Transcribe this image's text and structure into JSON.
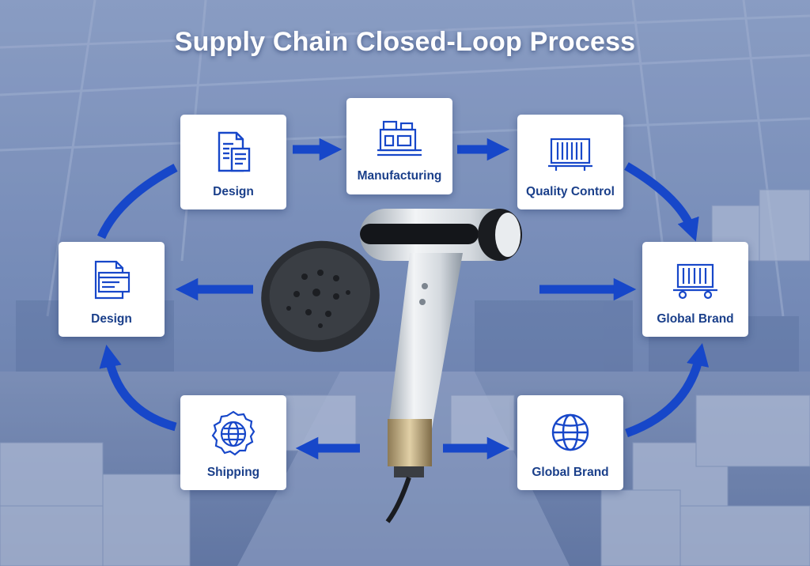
{
  "title": "Supply Chain Closed-Loop Process",
  "colors": {
    "accent": "#1747c9",
    "label": "#1a3f8a",
    "card": "#ffffff"
  },
  "steps": [
    {
      "label": "Design",
      "icon": "document-icon"
    },
    {
      "label": "Manufacturing",
      "icon": "factory-icon"
    },
    {
      "label": "Quality Control",
      "icon": "shipping-container-icon"
    },
    {
      "label": "Design",
      "icon": "document-window-icon"
    },
    {
      "label": "Global Brand",
      "icon": "container-cart-icon"
    },
    {
      "label": "Shipping",
      "icon": "globe-badge-icon"
    },
    {
      "label": "Global Brand",
      "icon": "globe-icon"
    }
  ],
  "product": {
    "name": "hair-dryer-with-diffuser"
  }
}
